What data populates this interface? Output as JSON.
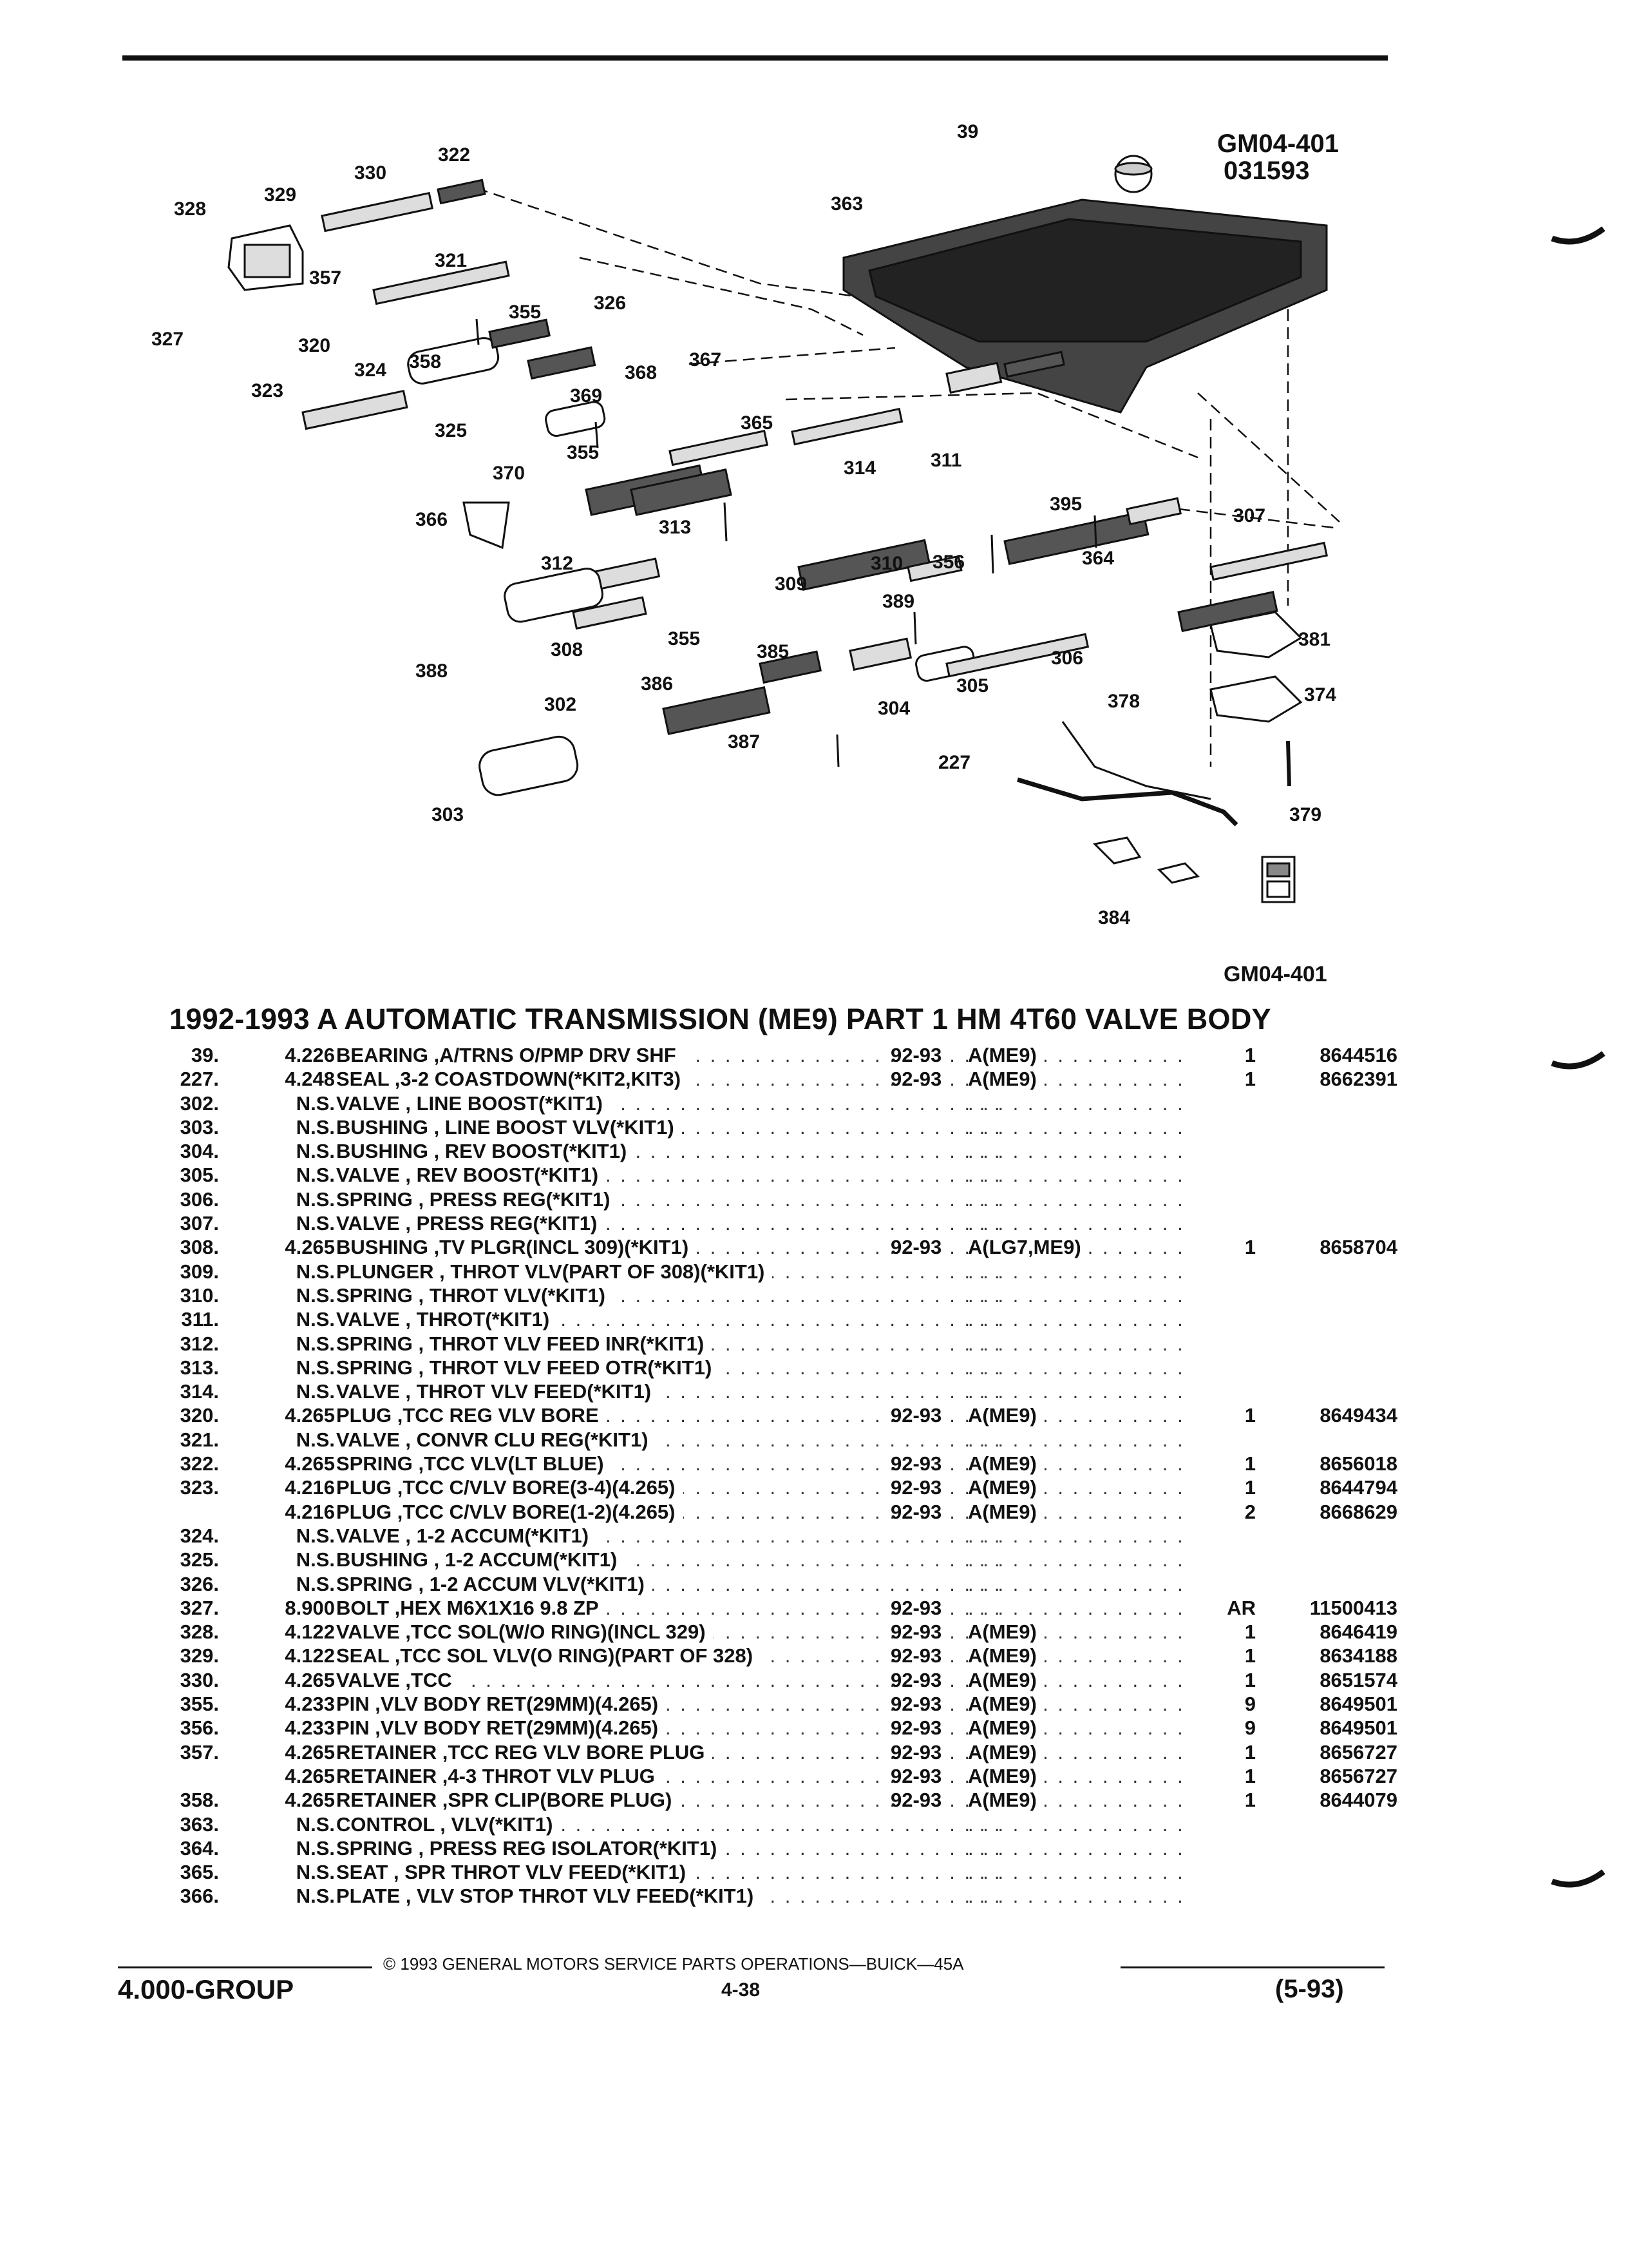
{
  "figure": {
    "id_top": "GM04-401",
    "date_code": "031593",
    "id_bottom": "GM04-401",
    "callouts": [
      "39",
      "322",
      "330",
      "329",
      "328",
      "363",
      "357",
      "321",
      "327",
      "320",
      "355",
      "326",
      "358",
      "324",
      "323",
      "368",
      "367",
      "369",
      "325",
      "365",
      "355",
      "370",
      "314",
      "311",
      "366",
      "395",
      "313",
      "312",
      "310",
      "356",
      "307",
      "309",
      "364",
      "389",
      "308",
      "355",
      "381",
      "385",
      "306",
      "388",
      "386",
      "305",
      "374",
      "302",
      "304",
      "378",
      "387",
      "227",
      "303",
      "379",
      "384"
    ]
  },
  "title": "1992-1993 A AUTOMATIC TRANSMISSION (ME9) PART 1 HM 4T60 VALVE BODY",
  "parts": [
    {
      "ref": "39.",
      "grp": "4.226",
      "desc": "BEARING ,A/TRNS O/PMP DRV SHF",
      "year": "92-93",
      "model": "A(ME9)",
      "qty": "1",
      "pn": "8644516"
    },
    {
      "ref": "227.",
      "grp": "4.248",
      "desc": "SEAL ,3-2 COASTDOWN(*KIT2,KIT3)",
      "year": "92-93",
      "model": "A(ME9)",
      "qty": "1",
      "pn": "8662391"
    },
    {
      "ref": "302.",
      "grp": "N.S.",
      "desc": "VALVE , LINE BOOST(*KIT1)",
      "year": "",
      "model": "",
      "qty": "",
      "pn": ""
    },
    {
      "ref": "303.",
      "grp": "N.S.",
      "desc": "BUSHING , LINE BOOST VLV(*KIT1)",
      "year": "",
      "model": "",
      "qty": "",
      "pn": ""
    },
    {
      "ref": "304.",
      "grp": "N.S.",
      "desc": "BUSHING , REV BOOST(*KIT1)",
      "year": "",
      "model": "",
      "qty": "",
      "pn": ""
    },
    {
      "ref": "305.",
      "grp": "N.S.",
      "desc": "VALVE , REV BOOST(*KIT1)",
      "year": "",
      "model": "",
      "qty": "",
      "pn": ""
    },
    {
      "ref": "306.",
      "grp": "N.S.",
      "desc": "SPRING , PRESS REG(*KIT1)",
      "year": "",
      "model": "",
      "qty": "",
      "pn": ""
    },
    {
      "ref": "307.",
      "grp": "N.S.",
      "desc": "VALVE , PRESS REG(*KIT1)",
      "year": "",
      "model": "",
      "qty": "",
      "pn": ""
    },
    {
      "ref": "308.",
      "grp": "4.265",
      "desc": "BUSHING ,TV PLGR(INCL 309)(*KIT1)",
      "year": "92-93",
      "model": "A(LG7,ME9)",
      "qty": "1",
      "pn": "8658704"
    },
    {
      "ref": "309.",
      "grp": "N.S.",
      "desc": "PLUNGER , THROT VLV(PART OF 308)(*KIT1)",
      "year": "",
      "model": "",
      "qty": "",
      "pn": ""
    },
    {
      "ref": "310.",
      "grp": "N.S.",
      "desc": "SPRING , THROT VLV(*KIT1)",
      "year": "",
      "model": "",
      "qty": "",
      "pn": ""
    },
    {
      "ref": "311.",
      "grp": "N.S.",
      "desc": "VALVE , THROT(*KIT1)",
      "year": "",
      "model": "",
      "qty": "",
      "pn": ""
    },
    {
      "ref": "312.",
      "grp": "N.S.",
      "desc": "SPRING , THROT VLV FEED INR(*KIT1)",
      "year": "",
      "model": "",
      "qty": "",
      "pn": ""
    },
    {
      "ref": "313.",
      "grp": "N.S.",
      "desc": "SPRING , THROT VLV FEED OTR(*KIT1)",
      "year": "",
      "model": "",
      "qty": "",
      "pn": ""
    },
    {
      "ref": "314.",
      "grp": "N.S.",
      "desc": "VALVE , THROT VLV FEED(*KIT1)",
      "year": "",
      "model": "",
      "qty": "",
      "pn": ""
    },
    {
      "ref": "320.",
      "grp": "4.265",
      "desc": "PLUG ,TCC REG VLV BORE",
      "year": "92-93",
      "model": "A(ME9)",
      "qty": "1",
      "pn": "8649434"
    },
    {
      "ref": "321.",
      "grp": "N.S.",
      "desc": "VALVE , CONVR CLU REG(*KIT1)",
      "year": "",
      "model": "",
      "qty": "",
      "pn": ""
    },
    {
      "ref": "322.",
      "grp": "4.265",
      "desc": "SPRING ,TCC VLV(LT BLUE)",
      "year": "92-93",
      "model": "A(ME9)",
      "qty": "1",
      "pn": "8656018"
    },
    {
      "ref": "323.",
      "grp": "4.216",
      "desc": "PLUG ,TCC C/VLV BORE(3-4)(4.265)",
      "year": "92-93",
      "model": "A(ME9)",
      "qty": "1",
      "pn": "8644794"
    },
    {
      "ref": "",
      "grp": "4.216",
      "desc": "PLUG ,TCC C/VLV BORE(1-2)(4.265)",
      "year": "92-93",
      "model": "A(ME9)",
      "qty": "2",
      "pn": "8668629"
    },
    {
      "ref": "324.",
      "grp": "N.S.",
      "desc": "VALVE , 1-2 ACCUM(*KIT1)",
      "year": "",
      "model": "",
      "qty": "",
      "pn": ""
    },
    {
      "ref": "325.",
      "grp": "N.S.",
      "desc": "BUSHING , 1-2 ACCUM(*KIT1)",
      "year": "",
      "model": "",
      "qty": "",
      "pn": ""
    },
    {
      "ref": "326.",
      "grp": "N.S.",
      "desc": "SPRING , 1-2 ACCUM VLV(*KIT1)",
      "year": "",
      "model": "",
      "qty": "",
      "pn": ""
    },
    {
      "ref": "327.",
      "grp": "8.900",
      "desc": "BOLT ,HEX M6X1X16 9.8 ZP",
      "year": "92-93",
      "model": "",
      "qty": "AR",
      "pn": "11500413"
    },
    {
      "ref": "328.",
      "grp": "4.122",
      "desc": "VALVE ,TCC SOL(W/O RING)(INCL 329)",
      "year": "92-93",
      "model": "A(ME9)",
      "qty": "1",
      "pn": "8646419"
    },
    {
      "ref": "329.",
      "grp": "4.122",
      "desc": "SEAL ,TCC SOL VLV(O RING)(PART OF 328)",
      "year": "92-93",
      "model": "A(ME9)",
      "qty": "1",
      "pn": "8634188"
    },
    {
      "ref": "330.",
      "grp": "4.265",
      "desc": "VALVE ,TCC",
      "year": "92-93",
      "model": "A(ME9)",
      "qty": "1",
      "pn": "8651574"
    },
    {
      "ref": "355.",
      "grp": "4.233",
      "desc": "PIN ,VLV BODY RET(29MM)(4.265)",
      "year": "92-93",
      "model": "A(ME9)",
      "qty": "9",
      "pn": "8649501"
    },
    {
      "ref": "356.",
      "grp": "4.233",
      "desc": "PIN ,VLV BODY RET(29MM)(4.265)",
      "year": "92-93",
      "model": "A(ME9)",
      "qty": "9",
      "pn": "8649501"
    },
    {
      "ref": "357.",
      "grp": "4.265",
      "desc": "RETAINER ,TCC REG VLV BORE PLUG",
      "year": "92-93",
      "model": "A(ME9)",
      "qty": "1",
      "pn": "8656727"
    },
    {
      "ref": "",
      "grp": "4.265",
      "desc": "RETAINER ,4-3 THROT VLV PLUG",
      "year": "92-93",
      "model": "A(ME9)",
      "qty": "1",
      "pn": "8656727"
    },
    {
      "ref": "358.",
      "grp": "4.265",
      "desc": "RETAINER ,SPR CLIP(BORE PLUG)",
      "year": "92-93",
      "model": "A(ME9)",
      "qty": "1",
      "pn": "8644079"
    },
    {
      "ref": "363.",
      "grp": "N.S.",
      "desc": "CONTROL , VLV(*KIT1)",
      "year": "",
      "model": "",
      "qty": "",
      "pn": ""
    },
    {
      "ref": "364.",
      "grp": "N.S.",
      "desc": "SPRING , PRESS REG ISOLATOR(*KIT1)",
      "year": "",
      "model": "",
      "qty": "",
      "pn": ""
    },
    {
      "ref": "365.",
      "grp": "N.S.",
      "desc": "SEAT , SPR THROT VLV FEED(*KIT1)",
      "year": "",
      "model": "",
      "qty": "",
      "pn": ""
    },
    {
      "ref": "366.",
      "grp": "N.S.",
      "desc": "PLATE , VLV STOP THROT VLV FEED(*KIT1)",
      "year": "",
      "model": "",
      "qty": "",
      "pn": ""
    }
  ],
  "footer": {
    "copyright": "© 1993 GENERAL MOTORS SERVICE PARTS OPERATIONS—BUICK—45A",
    "group": "4.000-GROUP",
    "page": "4-38",
    "date": "(5-93)"
  }
}
